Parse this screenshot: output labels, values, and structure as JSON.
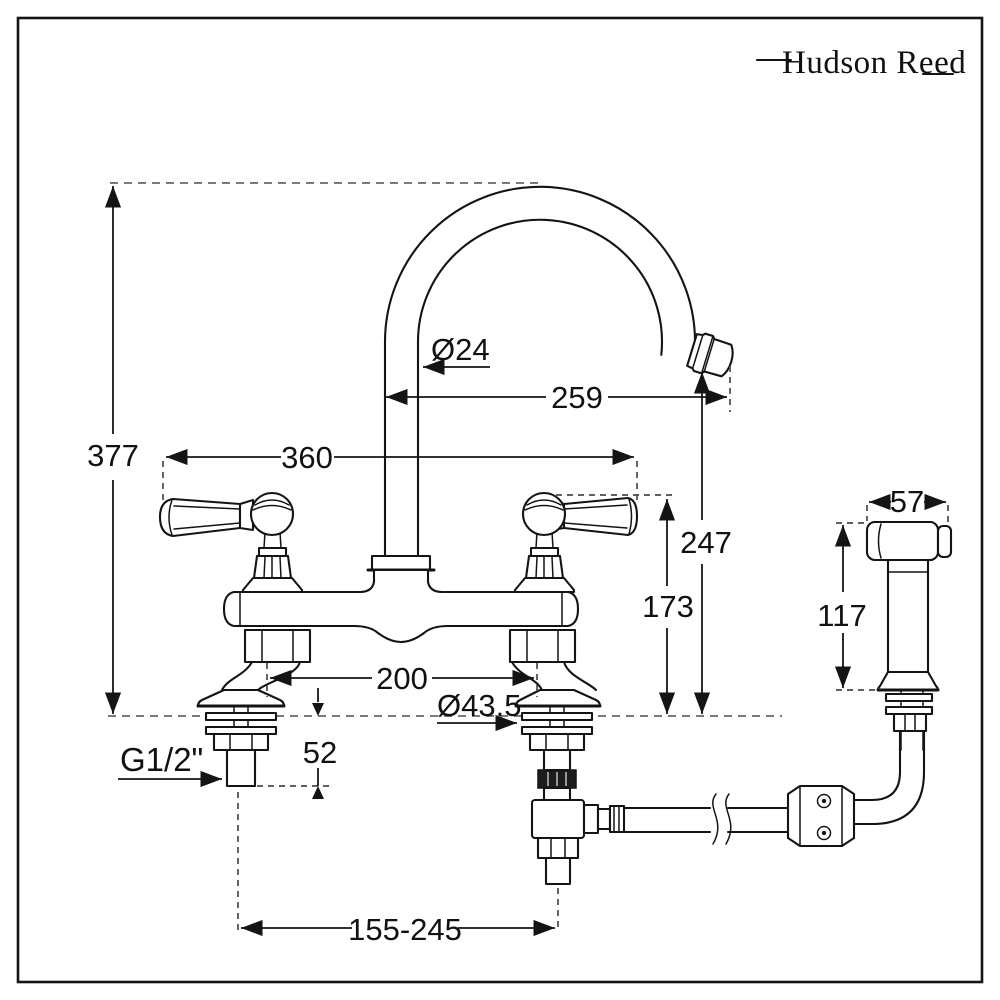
{
  "brand": {
    "name": "Hudson Reed"
  },
  "drawing": {
    "dimensions": {
      "overall_height": "377",
      "handle_to_handle_width": "360",
      "spout_tube_diameter": "Ø24",
      "spout_reach": "259",
      "spout_outlet_height": "247",
      "handle_top_height": "173",
      "inlet_centres": "200",
      "body_base_diameter": "Ø43.5",
      "max_deck_thickness": "52",
      "inlet_thread": "G1/2\"",
      "inlet_tail_adjustment": "155-245",
      "spray_head_width": "57",
      "spray_height": "117"
    }
  }
}
